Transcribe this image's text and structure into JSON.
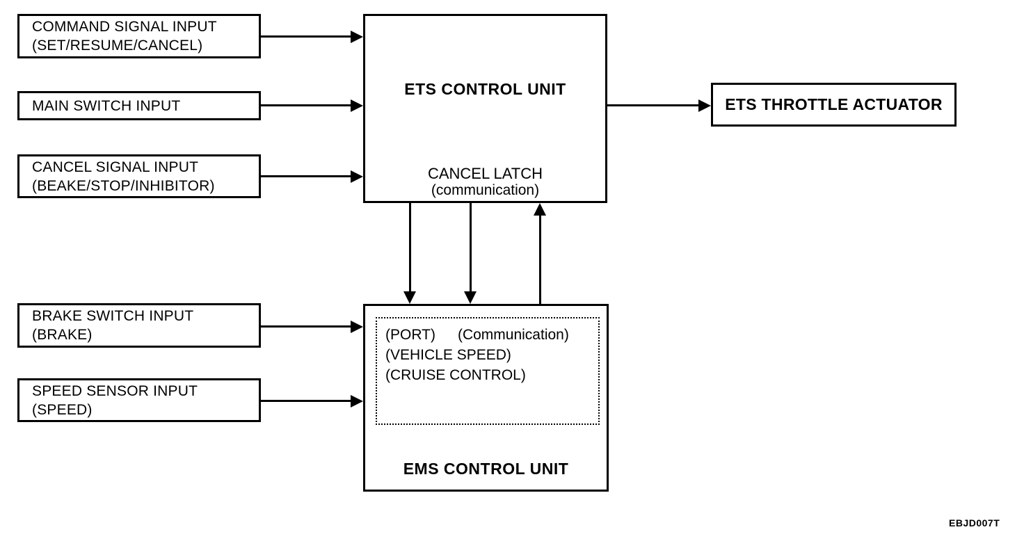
{
  "diagram": {
    "inputs": [
      {
        "line1": "COMMAND SIGNAL INPUT",
        "line2": "(SET/RESUME/CANCEL)"
      },
      {
        "line1": "MAIN SWITCH INPUT"
      },
      {
        "line1": "CANCEL SIGNAL INPUT",
        "line2": "(BEAKE/STOP/INHIBITOR)"
      },
      {
        "line1": "BRAKE SWITCH INPUT",
        "line2": "(BRAKE)"
      },
      {
        "line1": "SPEED SENSOR INPUT",
        "line2": "(SPEED)"
      }
    ],
    "ets_unit": {
      "title": "ETS CONTROL UNIT",
      "cancel_latch_line1": "CANCEL LATCH",
      "cancel_latch_line2": "(communication)"
    },
    "ems_unit": {
      "title": "EMS CONTROL UNIT",
      "port_label": "(PORT)",
      "communication_label": "(Communication)",
      "vehicle_speed_label": "(VEHICLE SPEED)",
      "cruise_control_label": "(CRUISE CONTROL)"
    },
    "actuator": {
      "title": "ETS THROTTLE ACTUATOR"
    },
    "figure_code": "EBJD007T",
    "colors": {
      "line": "#000000",
      "background": "#ffffff"
    }
  }
}
